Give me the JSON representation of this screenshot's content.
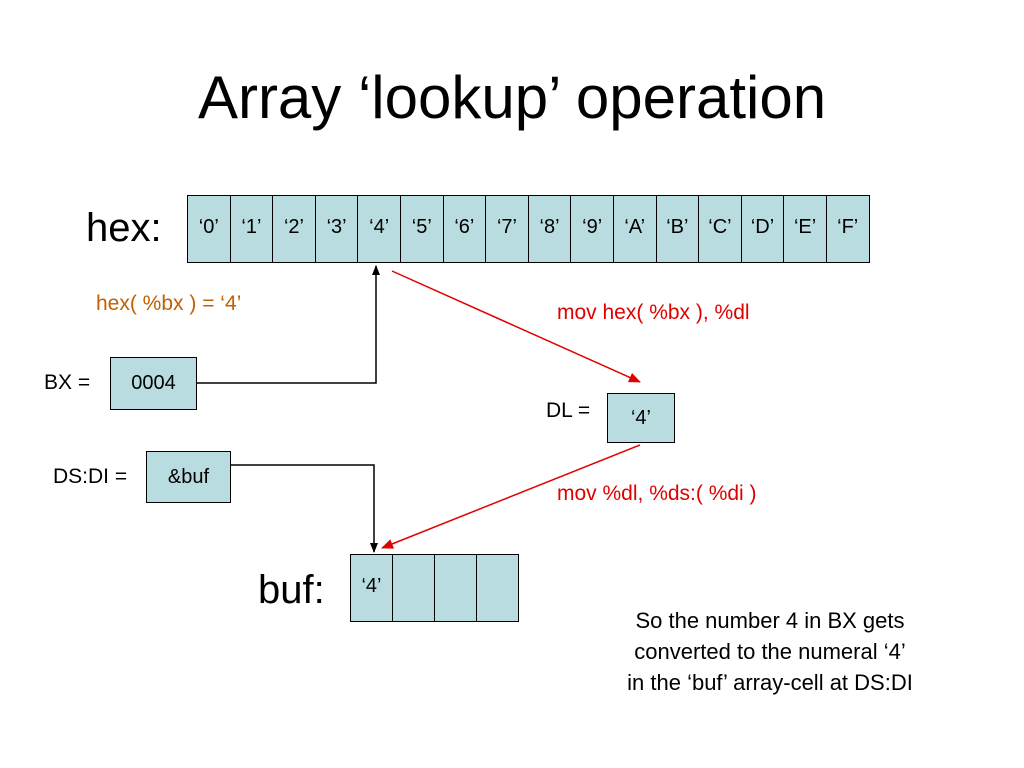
{
  "title": "Array ‘lookup’ operation",
  "hex": {
    "label": "hex:",
    "cells": [
      "‘0’",
      "‘1’",
      "‘2’",
      "‘3’",
      "‘4’",
      "‘5’",
      "‘6’",
      "‘7’",
      "‘8’",
      "‘9’",
      "‘A’",
      "‘B’",
      "‘C’",
      "‘D’",
      "‘E’",
      "‘F’"
    ]
  },
  "lookup_expr": "hex( %bx ) = ‘4’",
  "bx": {
    "label": "BX =",
    "value": "0004"
  },
  "dl": {
    "label": "DL =",
    "value": "‘4’"
  },
  "dsdi": {
    "label": "DS:DI =",
    "value": "&buf"
  },
  "instr1": "mov  hex( %bx ), %dl",
  "instr2": "mov  %dl, %ds:( %di )",
  "buf": {
    "label": "buf:",
    "cells": [
      "‘4’",
      "",
      "",
      ""
    ]
  },
  "note": {
    "line1": "So the number 4 in BX gets",
    "line2": "converted to the numeral ‘4’",
    "line3": "in the ‘buf’ array-cell at DS:DI"
  },
  "colors": {
    "cell_fill": "#b8dcdf",
    "orange_text": "#c06000",
    "red_text": "#e00000"
  }
}
